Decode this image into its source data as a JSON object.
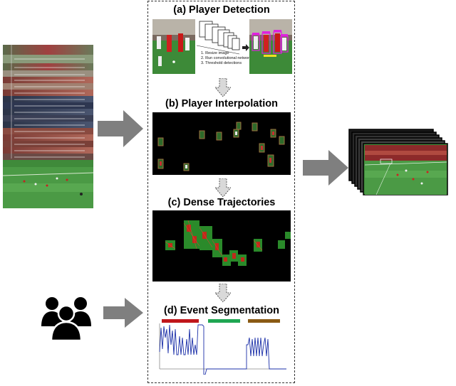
{
  "stages": [
    {
      "id": "a",
      "title": "(a)  Player Detection"
    },
    {
      "id": "b",
      "title": "(b)  Player Interpolation"
    },
    {
      "id": "c",
      "title": "(c)  Dense Trajectories"
    },
    {
      "id": "d",
      "title": "(d)  Event Segmentation"
    }
  ],
  "detection_steps": [
    "1. Resize image",
    "2. Run convolutional network",
    "3. Threshold detections"
  ],
  "event_colors": [
    "#c0161b",
    "#1fa652",
    "#8a5a14"
  ],
  "colors": {
    "arrow_gray": "#7f7f7f",
    "down_arrow_fill": "#d9d9d9",
    "signal_line": "#1b2fa8",
    "pitch_green": "#3f8a3a",
    "crowd_red": "#8c2a2a"
  },
  "icons": [
    "video-frames-stack-icon",
    "people-group-icon",
    "output-frames-stack-icon"
  ]
}
